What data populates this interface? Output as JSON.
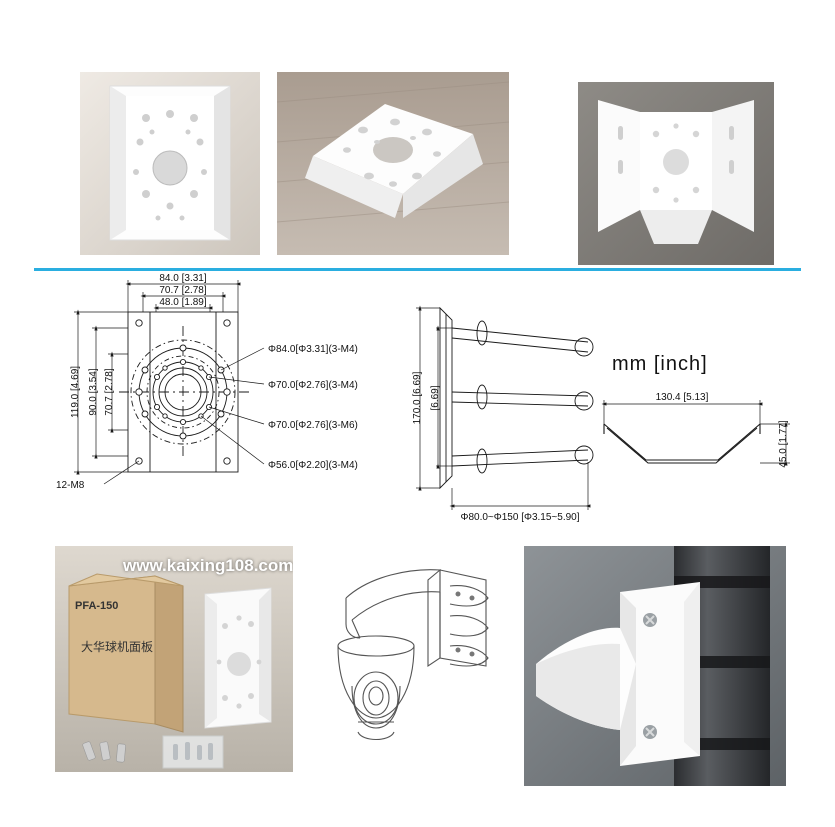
{
  "product": {
    "model": "PFA-150",
    "box_label_cn": "大华球机面板",
    "watermark": "www.kaixing108.com"
  },
  "drawing": {
    "units_label": "mm [inch]",
    "front_view": {
      "dim_top_1": "84.0 [3.31]",
      "dim_top_2": "70.7 [2.78]",
      "dim_top_3": "48.0 [1.89]",
      "dim_left_1": "119.0 [4.69]",
      "dim_left_2": "90.0 [3.54]",
      "dim_left_3": "70.7 [2.78]",
      "callout_1": "Φ84.0[Φ3.31](3-M4)",
      "callout_2": "Φ70.0[Φ2.76](3-M4)",
      "callout_3": "Φ70.0[Φ2.76](3-M6)",
      "callout_4": "Φ56.0[Φ2.20](3-M4)",
      "callout_bottom": "12-M8"
    },
    "side_view": {
      "dim_height_total": "170.0 [6.69]",
      "dim_height_inner": "[6.69]",
      "dim_bottom": "Φ80.0~Φ150 [Φ3.15~5.90]"
    },
    "top_view": {
      "dim_width": "130.4 [5.13]",
      "dim_height": "45.0 [1.77]"
    }
  }
}
